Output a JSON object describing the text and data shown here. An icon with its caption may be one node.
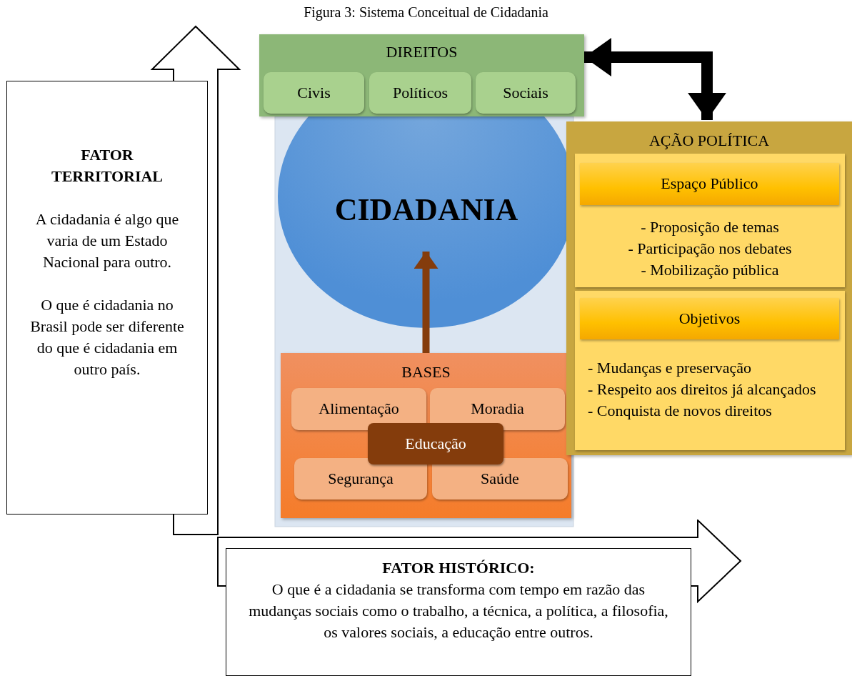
{
  "diagram": {
    "title": "Figura 3: Sistema Conceitual de Cidadania",
    "nodes": [
      {
        "text": [
          "DIREITOS"
        ]
      },
      {
        "text": [
          "Civis"
        ],
        "in": 0
      },
      {
        "text": [
          "Políticos"
        ]
      },
      {
        "text": [
          "Sociais"
        ],
        "in": 0
      },
      {
        "text": [
          "CIDADANIA"
        ]
      },
      {
        "text": [
          "BASES"
        ]
      },
      {
        "text": [
          "Alimentação"
        ],
        "in": 5
      },
      {
        "text": [
          "Moradia"
        ],
        "in": 5
      },
      {
        "text": [
          "Educação"
        ],
        "in": 5
      },
      {
        "text": [
          "Segurança"
        ],
        "in": 5
      },
      {
        "text": [
          "Saúde"
        ],
        "in": 5
      },
      {
        "text": [
          "AÇÃO POLÍTICA"
        ]
      },
      {
        "text": [
          "- Proposição de temas",
          "- Participação nos debates",
          "- Mobilização pública"
        ],
        "in": 11
      },
      {
        "text": [
          "Espaço Público"
        ],
        "in": 12
      },
      {
        "text": [
          "- Mudanças e preservação",
          "- Respeito aos direitos já alcançados",
          "- Conquista de novos direitos"
        ],
        "in": 11
      },
      {
        "text": [
          "Objetivos"
        ],
        "in": 14
      },
      {
        "text": [
          "FATOR TERRITORIAL",
          "A cidadania é algo que varia de um Estado Nacional para outro.",
          "O que é cidadania no Brasil pode ser diferente do que é cidadania em outro país."
        ]
      },
      {
        "text": [
          "FATOR HISTÓRICO:",
          "O que é a cidadania se transforma com tempo em razão das mudanças sociais como o trabalho, a técnica, a política, a filosofia, os valores sociais, a educação entre outros."
        ]
      }
    ],
    "edges": [
      {
        "from": 0,
        "to": 11,
        "arrow": "both",
        "color": "#000000"
      },
      {
        "from": 5,
        "to": 4,
        "arrow": "to",
        "color": "#843c0c"
      }
    ]
  }
}
